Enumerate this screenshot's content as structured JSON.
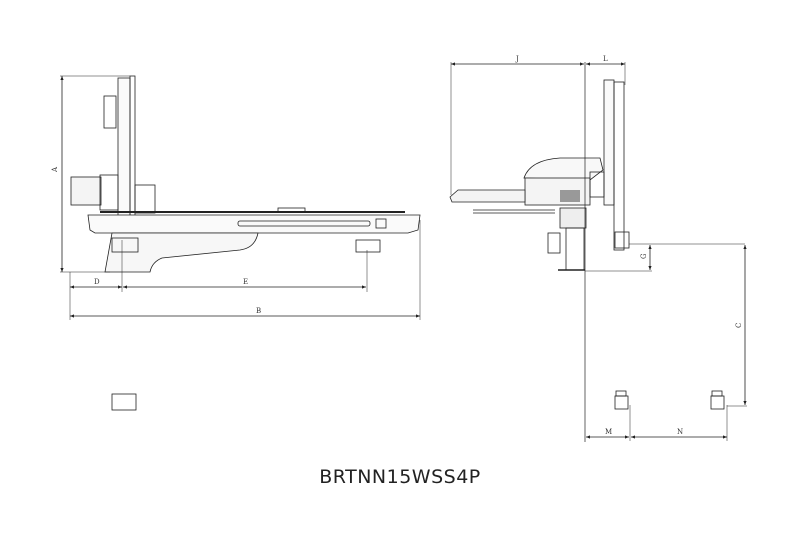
{
  "title": "BRTNN15WSS4P",
  "side_view": {
    "dimensions": {
      "a": "A",
      "b": "B",
      "d": "D",
      "e": "E"
    }
  },
  "front_view": {
    "dimensions": {
      "j": "J",
      "l": "L",
      "g": "G",
      "c": "C",
      "m": "M",
      "n": "N"
    }
  },
  "colors": {
    "line": "#222222",
    "fill": "#f4f4f4"
  }
}
